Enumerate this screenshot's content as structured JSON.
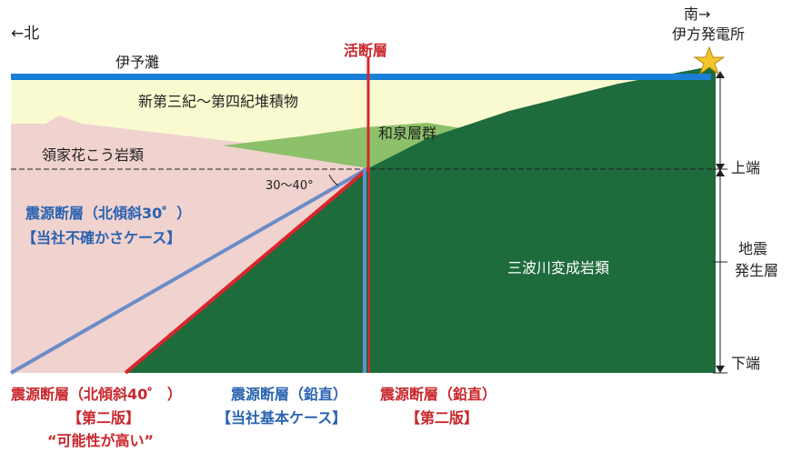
{
  "direction": {
    "north": "←北",
    "south": "南→",
    "plant": "伊方発電所"
  },
  "sea": "伊予灘",
  "active_fault": "活断層",
  "layers": {
    "sediment": "新第三紀～第四紀堆積物",
    "izumi": "和泉層群",
    "ryoke": "領家花こう岩類",
    "sanbagawa": "三波川変成岩類"
  },
  "angle": "30～40°",
  "depth": {
    "top": "上端",
    "zone_1": "地震",
    "zone_2": "発生層",
    "bottom": "下端"
  },
  "faults": {
    "north30": {
      "line1": "震源断層（北傾斜30゜）",
      "line2": "【当社不確かさケース】"
    },
    "north40": {
      "line1": "震源断層（北傾斜40゜ ）",
      "line2": "【第二版】",
      "line3": "“可能性が高い”"
    },
    "vertical_base": {
      "line1": "震源断層（鉛直）",
      "line2": "【当社基本ケース】"
    },
    "vertical_v2": {
      "line1": "震源断層（鉛直）",
      "line2": "【第二版】"
    }
  },
  "colors": {
    "sea": "#1a7fd6",
    "sediment": "#fafad0",
    "ryoke": "#f0d2cf",
    "izumi": "#8cc06a",
    "sanbagawa": "#1e6b3c",
    "fault_red": "#d8262c",
    "fault_blue": "#6b8cc8",
    "label_blue": "#2a63b0",
    "label_red": "#c9262c",
    "star": "#f2c62a"
  }
}
